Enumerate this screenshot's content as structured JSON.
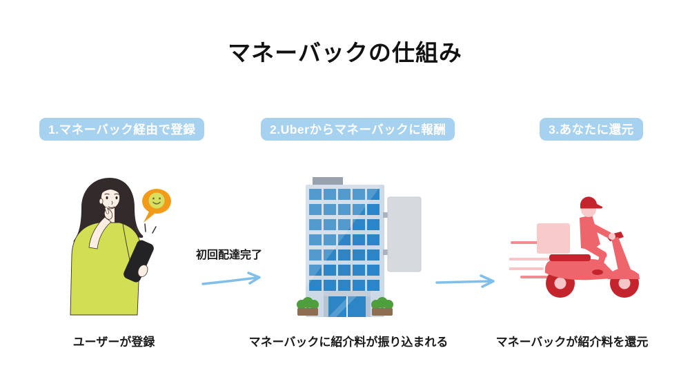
{
  "title": "マネーバックの仕組み",
  "steps": [
    {
      "number": "1",
      "badge": "1.マネーバック経由で登録",
      "caption": "ユーザーが登録",
      "illustration": "user-registering-with-smartphone"
    },
    {
      "number": "2",
      "badge": "2.Uberからマネーバックに報酬",
      "caption": "マネーバックに紹介料が振り込まれる",
      "illustration": "office-building"
    },
    {
      "number": "3",
      "badge": "3.あなたに還元",
      "caption": "マネーバックが紹介料を還元",
      "illustration": "delivery-scooter"
    }
  ],
  "arrows": [
    {
      "label": "初回配達完了",
      "direction": "right"
    },
    {
      "label": "",
      "direction": "right"
    }
  ],
  "colors": {
    "background": "#ffffff",
    "badge_bg": "#a7d2ef",
    "badge_text": "#ffffff",
    "arrow_blue": "#7fbfe9",
    "heading_text": "#111111",
    "caption_text": "#1a1a1a",
    "shirt_lime": "#d2df52",
    "bubble_orange": "#f29b18",
    "building_window_blue": "#2e85c5",
    "building_frame": "#ccd9e6",
    "scooter_red": "#ee666b",
    "scooter_dark_red": "#c4252c",
    "scooter_pink": "#f8caca"
  }
}
